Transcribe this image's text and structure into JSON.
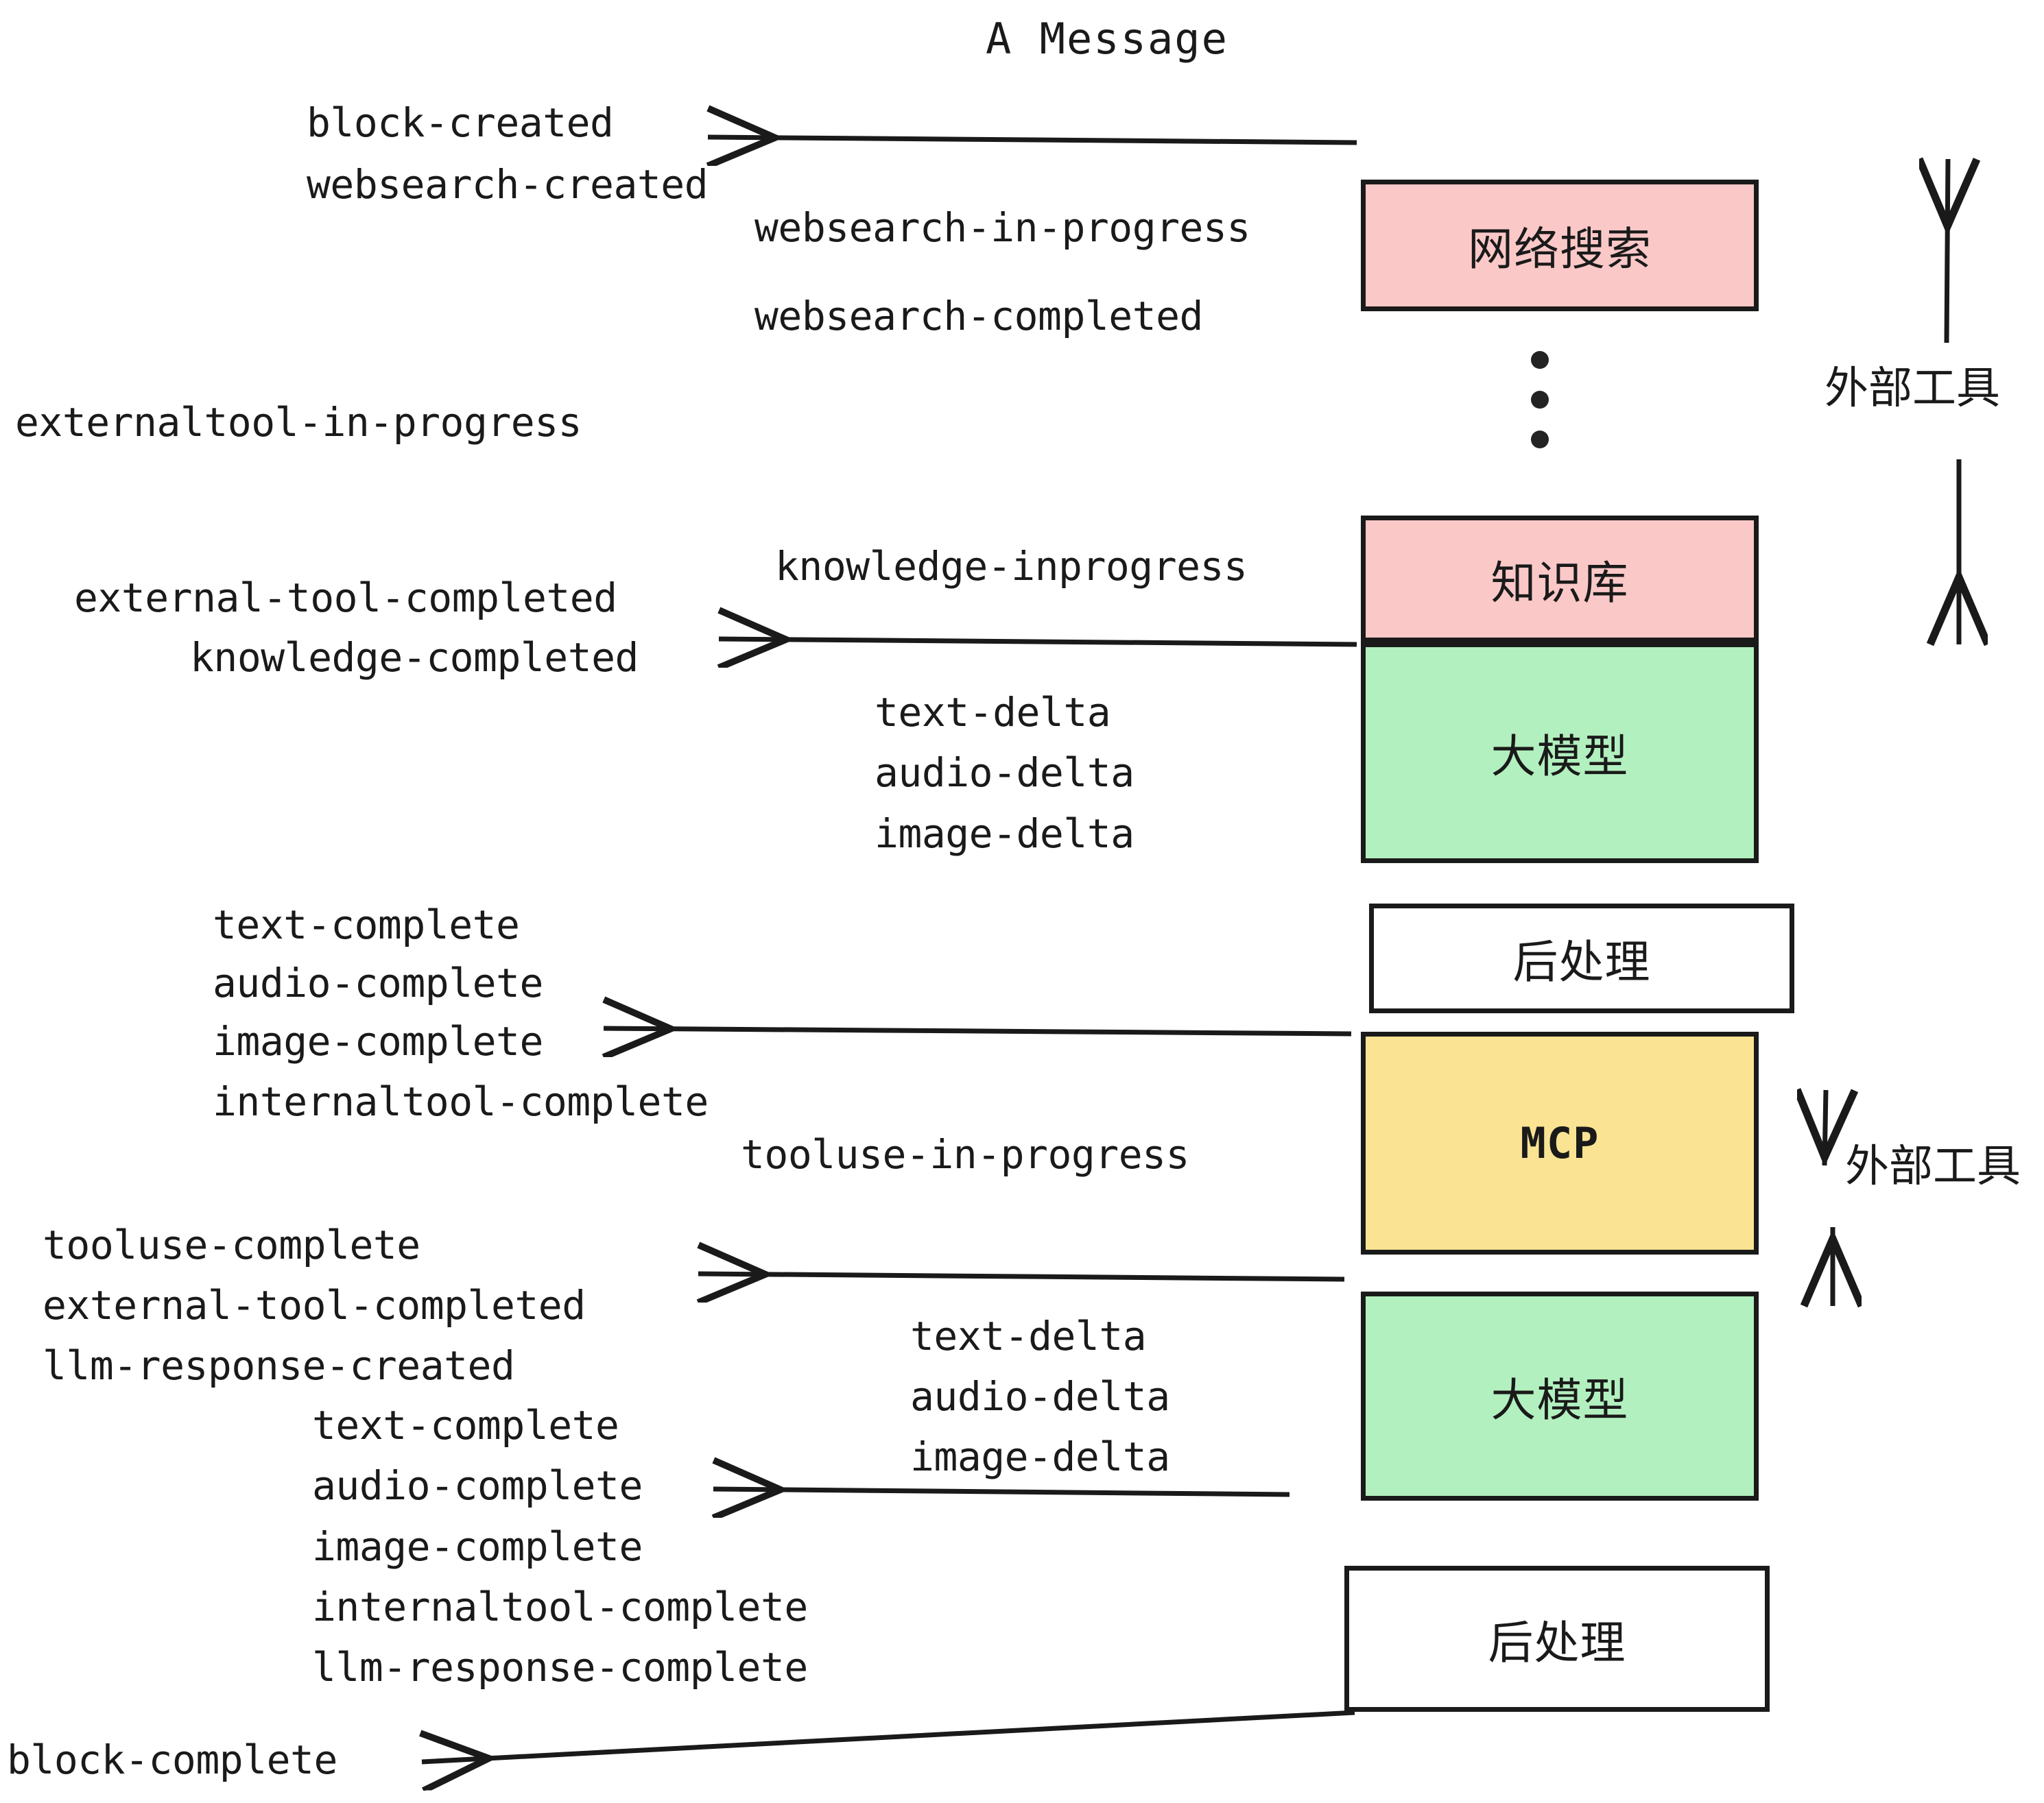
{
  "title": "A Message",
  "boxes": [
    {
      "key": "websearch",
      "label": "网络搜索",
      "color": "#fbc8c8"
    },
    {
      "key": "knowledge",
      "label": "知识库",
      "color": "#fbc8c8"
    },
    {
      "key": "llm1",
      "label": "大模型",
      "color": "#b2f0bf"
    },
    {
      "key": "post1",
      "label": "后处理",
      "color": "#ffffff"
    },
    {
      "key": "mcp",
      "label": "MCP",
      "color": "#fae392"
    },
    {
      "key": "llm2",
      "label": "大模型",
      "color": "#b2f0bf"
    },
    {
      "key": "post2",
      "label": "后处理",
      "color": "#ffffff"
    }
  ],
  "side_labels": {
    "external_tool_top": "外部工具",
    "external_tool_bottom": "外部工具"
  },
  "events": {
    "block_created": "block-created",
    "websearch_created": "websearch-created",
    "websearch_in_progress": "websearch-in-progress",
    "websearch_completed": "websearch-completed",
    "externaltool_in_progress": "externaltool-in-progress",
    "knowledge_inprogress": "knowledge-inprogress",
    "external_tool_completed_1": "external-tool-completed",
    "knowledge_completed": "knowledge-completed",
    "text_delta_1": "text-delta",
    "audio_delta_1": "audio-delta",
    "image_delta_1": "image-delta",
    "text_complete_1": "text-complete",
    "audio_complete_1": "audio-complete",
    "image_complete_1": "image-complete",
    "internaltool_complete_1": "internaltool-complete",
    "tooluse_in_progress": "tooluse-in-progress",
    "tooluse_complete": "tooluse-complete",
    "external_tool_completed_2": "external-tool-completed",
    "llm_response_created": "llm-response-created",
    "text_delta_2": "text-delta",
    "audio_delta_2": "audio-delta",
    "image_delta_2": "image-delta",
    "text_complete_2": "text-complete",
    "audio_complete_2": "audio-complete",
    "image_complete_2": "image-complete",
    "internaltool_complete_2": "internaltool-complete",
    "llm_response_complete": "llm-response-complete",
    "block_complete": "block-complete"
  },
  "colors": {
    "stroke": "#1a1a1a",
    "pink": "#fbc8c8",
    "green": "#b2f0bf",
    "yellow": "#fae392",
    "white": "#ffffff"
  }
}
